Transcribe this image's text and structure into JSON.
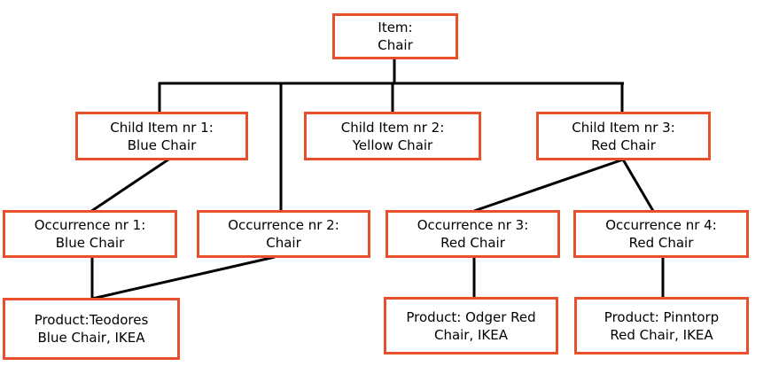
{
  "diagram_type": "tree-hierarchy",
  "colors": {
    "node_border": "#E8502B",
    "connector": "#000000",
    "background": "#ffffff",
    "text": "#000000"
  },
  "nodes": {
    "item": {
      "line1": "Item:",
      "line2": "Chair"
    },
    "child1": {
      "line1": "Child Item nr 1:",
      "line2": "Blue Chair"
    },
    "child2": {
      "line1": "Child Item nr 2:",
      "line2": "Yellow Chair"
    },
    "child3": {
      "line1": "Child Item nr 3:",
      "line2": "Red Chair"
    },
    "occ1": {
      "line1": "Occurrence nr 1:",
      "line2": "Blue Chair"
    },
    "occ2": {
      "line1": "Occurrence nr 2:",
      "line2": "Chair"
    },
    "occ3": {
      "line1": "Occurrence nr 3:",
      "line2": "Red Chair"
    },
    "occ4": {
      "line1": "Occurrence nr 4:",
      "line2": "Red Chair"
    },
    "product1": {
      "line1": "Product:Teodores",
      "line2": "Blue Chair, IKEA"
    },
    "product2": {
      "line1": "Product: Odger Red",
      "line2": "Chair, IKEA"
    },
    "product3": {
      "line1": "Product: Pinntorp",
      "line2": "Red Chair, IKEA"
    }
  },
  "edges": [
    {
      "from": "item",
      "to": "child1"
    },
    {
      "from": "item",
      "to": "child2"
    },
    {
      "from": "item",
      "to": "child3"
    },
    {
      "from": "item",
      "to": "occ2"
    },
    {
      "from": "child1",
      "to": "occ1"
    },
    {
      "from": "child3",
      "to": "occ3"
    },
    {
      "from": "child3",
      "to": "occ4"
    },
    {
      "from": "occ1",
      "to": "product1"
    },
    {
      "from": "occ2",
      "to": "product1"
    },
    {
      "from": "occ3",
      "to": "product2"
    },
    {
      "from": "occ4",
      "to": "product3"
    }
  ]
}
